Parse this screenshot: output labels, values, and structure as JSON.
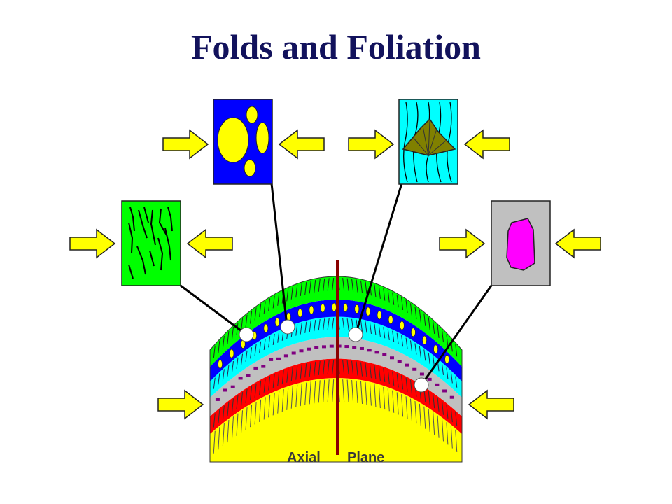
{
  "slide": {
    "title": "Folds and Foliation"
  },
  "fold": {
    "axis_label_left": "Axial",
    "axis_label_right": "Plane",
    "layer_colors": [
      "#ffff00",
      "#ff0000",
      "#c0c0c0",
      "#00ffff",
      "#0000ff",
      "#00ff00"
    ],
    "axial_plane_color": "#8b0000"
  },
  "insets": [
    {
      "name": "green-schistosity-inset",
      "fill": "#00ff00"
    },
    {
      "name": "blue-pebble-inset",
      "fill": "#0000ff"
    },
    {
      "name": "cyan-mineral-inset",
      "fill": "#00ffff"
    },
    {
      "name": "gray-crystal-inset",
      "fill": "#c0c0c0"
    }
  ],
  "arrow_color": "#ffff00"
}
